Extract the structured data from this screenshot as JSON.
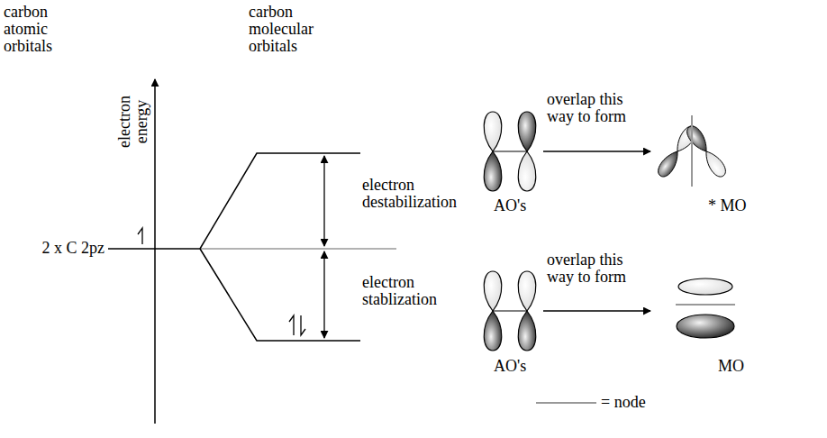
{
  "diagram": {
    "labels": [
      "carbon atomic orbitals",
      "carbon molecular orbitals",
      "electron energy",
      "2 x C 2pz",
      "electron destabilization",
      "electron stablization",
      "overlap this way to form",
      "AO's",
      "* MO",
      "overlap this way to form",
      "AO's",
      "MO"
    ],
    "legend": [
      {
        "text": "= node"
      }
    ]
  }
}
